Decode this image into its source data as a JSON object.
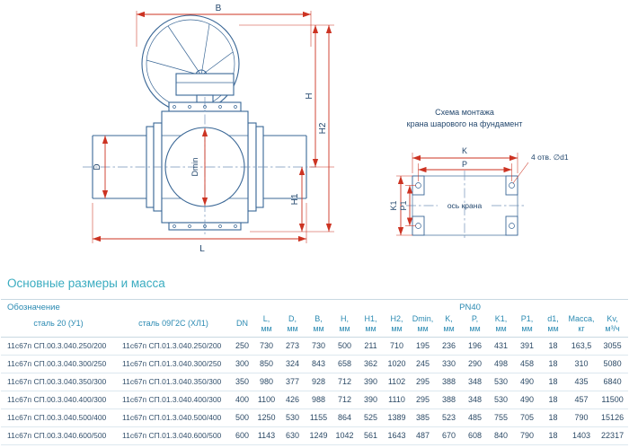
{
  "colors": {
    "accent_teal": "#3aacc0",
    "header_blue": "#2b8ab2",
    "data_navy": "#2c4a66",
    "line_blue": "#3a6796",
    "dim_red": "#cc3322"
  },
  "valve_drawing": {
    "labels": {
      "b": "B",
      "h": "H",
      "h2": "H2",
      "h1": "H1",
      "d": "D",
      "dmin": "Dmin",
      "l": "L"
    }
  },
  "foundation_scheme": {
    "title_line1": "Схема монтажа",
    "title_line2": "крана шарового на фундамент",
    "labels": {
      "k": "K",
      "p": "P",
      "k1": "K1",
      "p1": "P1",
      "axis": "ось крана",
      "holes": "4 отв. ∅d1"
    }
  },
  "section": {
    "title": "Основные размеры и масса"
  },
  "table": {
    "designation_label": "Обозначение",
    "pn_label": "PN40",
    "steel_columns": [
      "сталь 20 (У1)",
      "сталь 09Г2С (ХЛ1)"
    ],
    "columns": [
      {
        "key": "dn",
        "name": "DN",
        "unit": ""
      },
      {
        "key": "l",
        "name": "L,",
        "unit": "мм"
      },
      {
        "key": "d",
        "name": "D,",
        "unit": "мм"
      },
      {
        "key": "b",
        "name": "B,",
        "unit": "мм"
      },
      {
        "key": "h",
        "name": "H,",
        "unit": "мм"
      },
      {
        "key": "h1",
        "name": "H1,",
        "unit": "мм"
      },
      {
        "key": "h2",
        "name": "H2,",
        "unit": "мм"
      },
      {
        "key": "dmin",
        "name": "Dmin,",
        "unit": "мм"
      },
      {
        "key": "k",
        "name": "K,",
        "unit": "мм"
      },
      {
        "key": "p",
        "name": "P,",
        "unit": "мм"
      },
      {
        "key": "k1",
        "name": "K1,",
        "unit": "мм"
      },
      {
        "key": "p1",
        "name": "P1,",
        "unit": "мм"
      },
      {
        "key": "d1",
        "name": "d1,",
        "unit": "мм"
      },
      {
        "key": "mass",
        "name": "Масса,",
        "unit": "кг"
      },
      {
        "key": "kv",
        "name": "Kv,",
        "unit": "м³/ч"
      }
    ],
    "rows": [
      {
        "designation_u1": "11с67п СП.00.3.040.250/200",
        "designation_hl1": "11с67п СП.01.3.040.250/200",
        "values": [
          "250",
          "730",
          "273",
          "730",
          "500",
          "211",
          "710",
          "195",
          "236",
          "196",
          "431",
          "391",
          "18",
          "163,5",
          "3055"
        ]
      },
      {
        "designation_u1": "11с67п СП.00.3.040.300/250",
        "designation_hl1": "11с67п СП.01.3.040.300/250",
        "values": [
          "300",
          "850",
          "324",
          "843",
          "658",
          "362",
          "1020",
          "245",
          "330",
          "290",
          "498",
          "458",
          "18",
          "310",
          "5080"
        ]
      },
      {
        "designation_u1": "11с67п СП.00.3.040.350/300",
        "designation_hl1": "11с67п СП.01.3.040.350/300",
        "values": [
          "350",
          "980",
          "377",
          "928",
          "712",
          "390",
          "1102",
          "295",
          "388",
          "348",
          "530",
          "490",
          "18",
          "435",
          "6840"
        ]
      },
      {
        "designation_u1": "11с67п СП.00.3.040.400/300",
        "designation_hl1": "11с67п СП.01.3.040.400/300",
        "values": [
          "400",
          "1100",
          "426",
          "988",
          "712",
          "390",
          "1110",
          "295",
          "388",
          "348",
          "530",
          "490",
          "18",
          "457",
          "11500"
        ]
      },
      {
        "designation_u1": "11с67п СП.00.3.040.500/400",
        "designation_hl1": "11с67п СП.01.3.040.500/400",
        "values": [
          "500",
          "1250",
          "530",
          "1155",
          "864",
          "525",
          "1389",
          "385",
          "523",
          "485",
          "755",
          "705",
          "18",
          "790",
          "15126"
        ]
      },
      {
        "designation_u1": "11с67п СП.00.3.040.600/500",
        "designation_hl1": "11с67п СП.01.3.040.600/500",
        "values": [
          "600",
          "1143",
          "630",
          "1249",
          "1042",
          "561",
          "1643",
          "487",
          "670",
          "608",
          "840",
          "790",
          "18",
          "1403",
          "22317"
        ]
      }
    ]
  }
}
